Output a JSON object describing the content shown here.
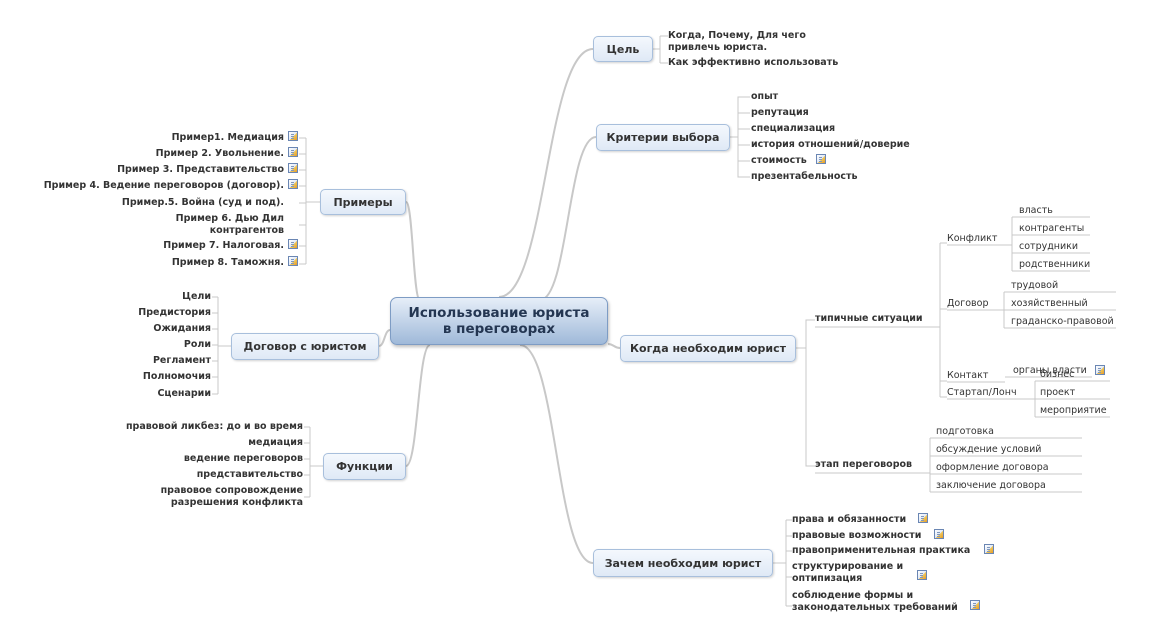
{
  "central": "Использование юриста\nв переговорах",
  "nodes": {
    "goal": "Цель",
    "criteria": "Критерии выбора",
    "when": "Когда необходим юрист",
    "why": "Зачем необходим юрист",
    "examples": "Примеры",
    "contract": "Договор с юристом",
    "functions": "Функции"
  },
  "goal_items": [
    "Когда, Почему, Для чего\nпривлечь юриста.",
    "Как эффективно использовать"
  ],
  "criteria_items": [
    "опыт",
    "репутация",
    "специализация",
    "история отношений/доверие",
    "стоимость",
    "презентабельность"
  ],
  "when_branch": {
    "typical": "типичные ситуации",
    "stage": "этап переговоров",
    "conflict": "Конфликт",
    "conflict_items": [
      "власть",
      "контрагенты",
      "сотрудники",
      "родственники"
    ],
    "agreement": "Договор",
    "agreement_items": [
      "трудовой",
      "хозяйственный",
      "граданско-правовой"
    ],
    "contact": "Контакт",
    "contact_items": [
      "органы власти"
    ],
    "startup": "Стартап/Лонч",
    "startup_items": [
      "бизнес",
      "проект",
      "мероприятие"
    ],
    "stage_items": [
      "подготовка",
      "обсуждение условий",
      "оформление договора",
      "заключение договора"
    ]
  },
  "why_items": [
    "права и обязанности",
    "правовые возможности",
    "правоприменительная практика",
    "структурирование и\nоптипизация",
    "соблюдение формы и\nзаконодательных требований"
  ],
  "examples_items": [
    "Пример1. Медиация",
    "Пример 2. Увольнение.",
    "Пример 3. Представительство",
    "Пример 4. Ведение переговоров (договор).",
    "Пример.5. Война (суд и под).",
    "Пример 6. Дью Дил\nконтрагентов",
    "Пример 7. Налоговая.",
    "Пример 8. Таможня."
  ],
  "contract_items": [
    "Цели",
    "Предистория",
    "Ожидания",
    "Роли",
    "Регламент",
    "Полномочия",
    "Сценарии"
  ],
  "functions_items": [
    "правовой ликбез: до и  во время",
    "медиация",
    "ведение переговоров",
    "представительство",
    "правовое сопровождение\nразрешения конфликта"
  ],
  "colors": {
    "connector": "#c8c8c8",
    "node_border": "#a8bfdc",
    "central_fill": "#9fb9d9"
  },
  "icons": [
    "note-icon"
  ]
}
